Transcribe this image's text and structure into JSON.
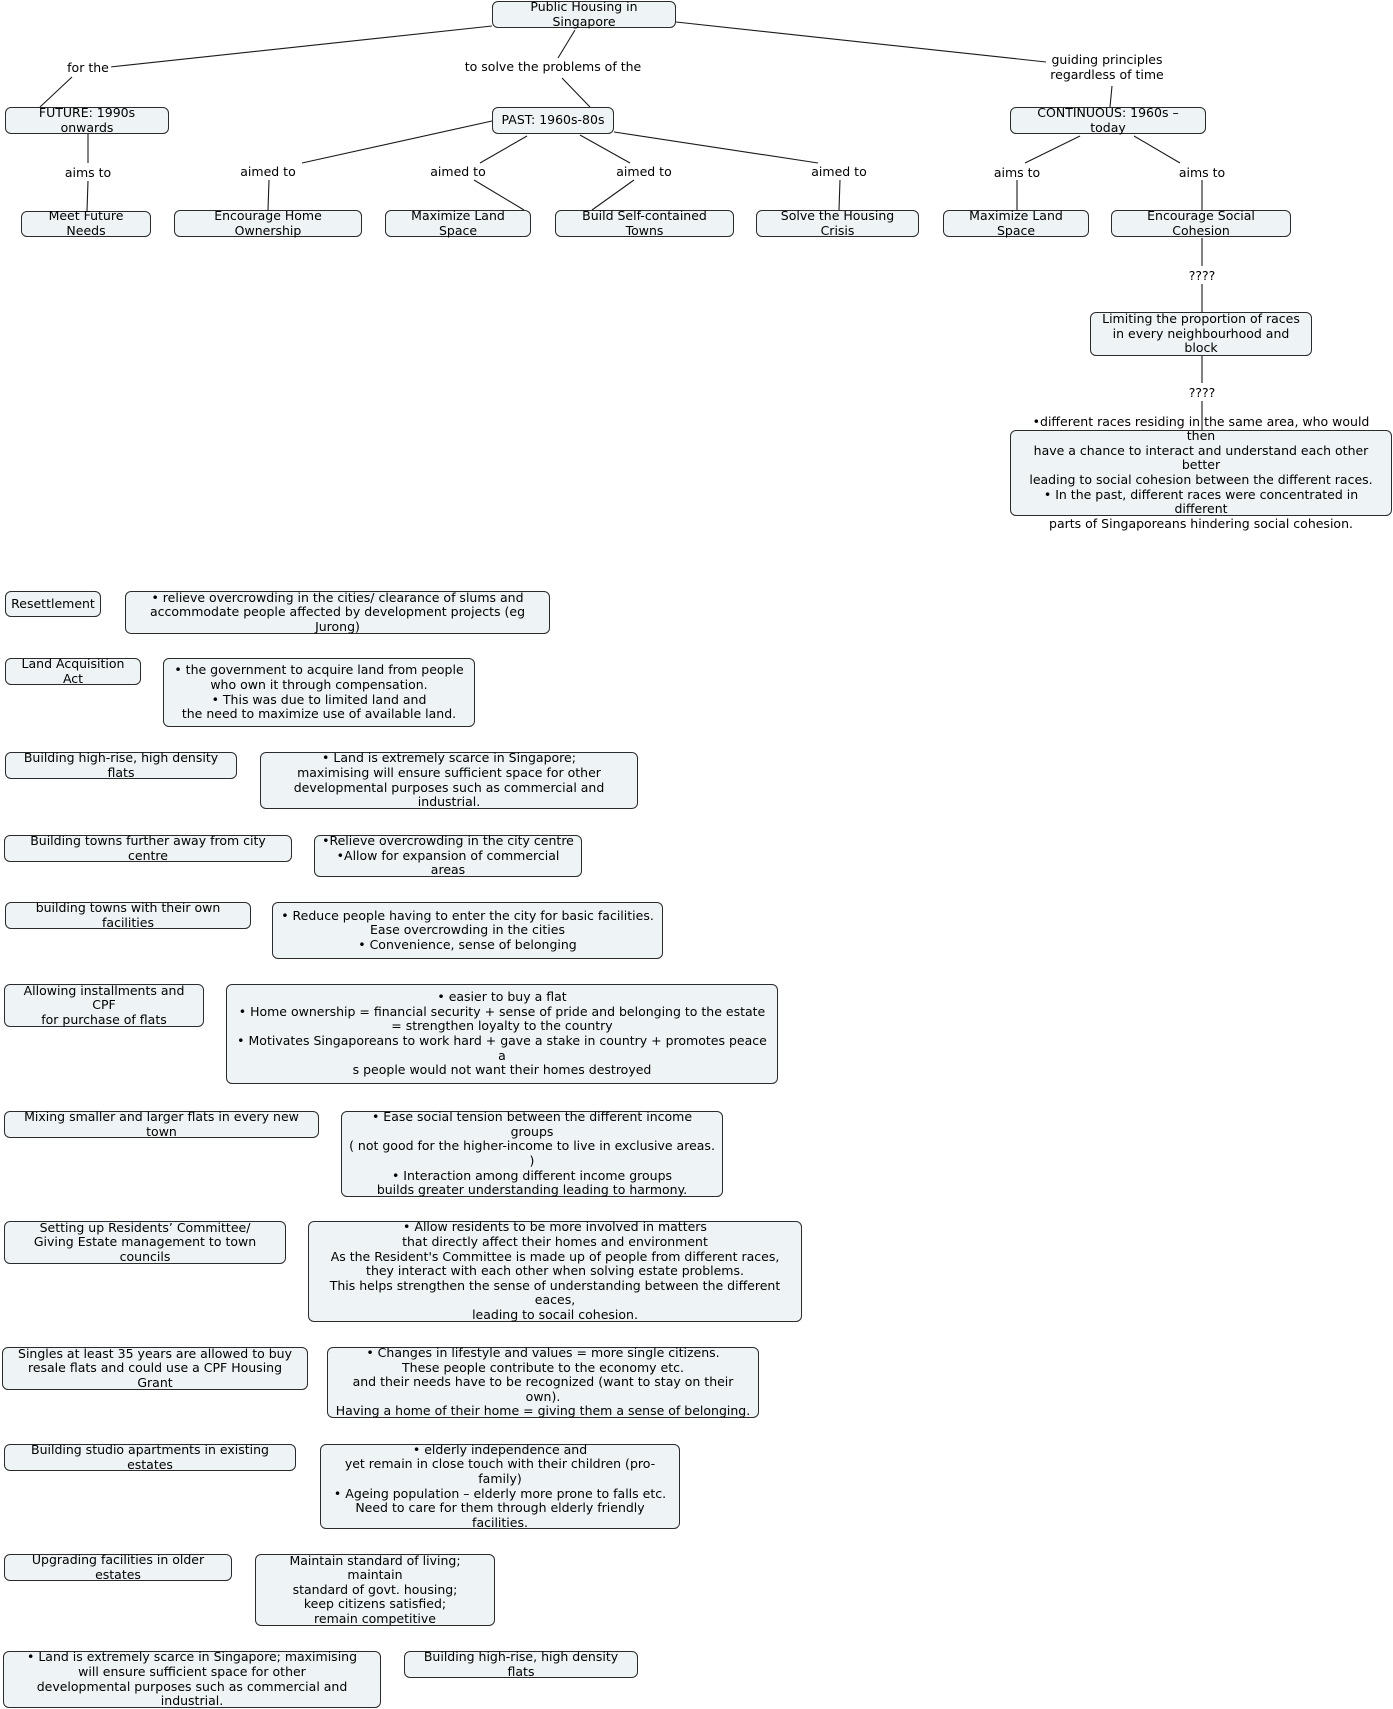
{
  "title": "Public Housing in Singapore",
  "nodes": {
    "root": "Public Housing in Singapore",
    "future": "FUTURE: 1990s onwards",
    "past": "PAST: 1960s-80s",
    "continuous": "CONTINUOUS: 1960s – today",
    "meet_future": "Meet Future Needs",
    "encourage_home": "Encourage Home Ownership",
    "max_land_past": "Maximize Land Space",
    "build_towns": "Build Self-contained Towns",
    "solve_crisis": "Solve the Housing Crisis",
    "max_land_cont": "Maximize Land Space",
    "social_cohesion": "Encourage Social Cohesion",
    "limiting": "Limiting the proportion of races\nin every neighbourhood and block",
    "races_detail": "•different races residing in the same area, who would then\nhave a chance to interact and understand each other better\nleading to social cohesion between the different races.\n• In the past, different races were concentrated in different\nparts of Singaporeans hindering social cohesion."
  },
  "link_labels": {
    "for_the": "for the",
    "to_solve": "to solve the problems of the",
    "guiding": "guiding principles\nregardless of time",
    "aims_to_future": "aims to",
    "aimed_to_1": "aimed to",
    "aimed_to_2": "aimed to",
    "aimed_to_3": "aimed to",
    "aimed_to_4": "aimed to",
    "aims_to_cont_1": "aims to",
    "aims_to_cont_2": "aims to",
    "q1": "????",
    "q2": "????"
  },
  "policies": [
    {
      "name": "Resettlement",
      "detail": "• relieve overcrowding in the cities/ clearance of slums and\naccommodate people affected by development projects (eg Jurong)"
    },
    {
      "name": "Land Acquisition Act",
      "detail": "•     the government to acquire land from people\nwho own it through compensation.\n•     This was due to limited land and\nthe need to maximize use of available land."
    },
    {
      "name": "Building high-rise, high density flats",
      "detail": "•     Land is extremely scarce in Singapore;\nmaximising will ensure sufficient space  for other\ndevelopmental purposes such as commercial and industrial."
    },
    {
      "name": "Building towns further away from city centre",
      "detail": "•Relieve overcrowding in the city centre\n•Allow for expansion of commercial areas"
    },
    {
      "name": "building towns with their own facilities",
      "detail": "•     Reduce people having to enter the city for basic facilities.\nEase overcrowding in the cities\n•     Convenience, sense of belonging"
    },
    {
      "name": "Allowing installments and CPF\nfor purchase of flats",
      "detail": "•     easier to buy a flat\n•     Home ownership = financial security + sense of pride and belonging to the estate\n= strengthen loyalty to the country\n•     Motivates Singaporeans to work hard + gave a stake in country + promotes peace a\ns people would not want their homes destroyed"
    },
    {
      "name": "Mixing smaller and larger flats in every new town",
      "detail": "•     Ease social tension between the different income groups\n( not good for the higher-income to live in exclusive areas. )\n•     Interaction among different income groups\nbuilds greater understanding leading to harmony."
    },
    {
      "name": "Setting up Residents’ Committee/\nGiving Estate management to town councils",
      "detail": "•     Allow residents to be more involved in matters\nthat directly affect their homes and environment\nAs the Resident's Committee is made up of people from different races,\nthey interact with each other when solving estate problems.\nThis helps strengthen the sense of understanding between the different eaces,\nleading to socail cohesion."
    },
    {
      "name": "Singles at least 35 years are allowed to buy\nresale flats and could use a CPF Housing Grant",
      "detail": "•     Changes in lifestyle and values = more single citizens.\nThese people contribute to the economy etc.\nand their needs have to be recognized (want to stay on their own).\nHaving a home of their home = giving them a sense of belonging."
    },
    {
      "name": "Building studio apartments in existing estates",
      "detail": "•     elderly independence and\nyet remain in close touch with their children (pro-family)\n•     Ageing population – elderly more prone to falls etc.\nNeed to care for them through elderly friendly facilities."
    },
    {
      "name": "Upgrading facilities in older estates",
      "detail": "Maintain standard of living; maintain\nstandard of govt. housing;\nkeep citizens satisfied;\nremain competitive"
    }
  ],
  "extra": {
    "left": "•     Land is extremely scarce in Singapore; maximising\nwill ensure sufficient space  for other\ndevelopmental purposes such as commercial and industrial.",
    "right": "Building high-rise, high density flats"
  }
}
